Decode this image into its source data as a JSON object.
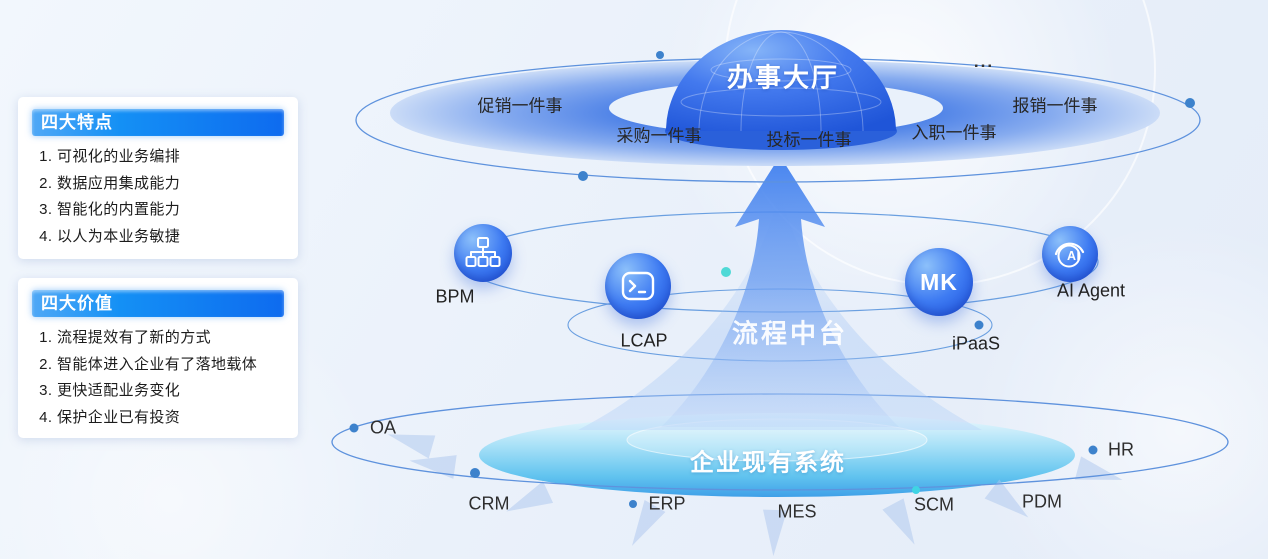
{
  "panels": [
    {
      "title": "四大特点",
      "items": [
        "可视化的业务编排",
        "数据应用集成能力",
        "智能化的内置能力",
        "以人为本业务敏捷"
      ]
    },
    {
      "title": "四大价值",
      "items": [
        "流程提效有了新的方式",
        "智能体进入企业有了落地载体",
        "更快适配业务变化",
        "保护企业已有投资"
      ]
    }
  ],
  "diagram": {
    "top": {
      "title": "办事大厅",
      "more": "...",
      "items": [
        "促销一件事",
        "采购一件事",
        "投标一件事",
        "入职一件事",
        "报销一件事"
      ]
    },
    "middle": {
      "title": "流程中台",
      "bpm": "BPM",
      "lcap": "LCAP",
      "mk": "MK",
      "ipaas": "iPaaS",
      "ai_agent": "AI Agent",
      "ai_badge": "AI"
    },
    "bottom": {
      "title": "企业现有系统",
      "systems": [
        "OA",
        "CRM",
        "ERP",
        "MES",
        "SCM",
        "PDM",
        "HR"
      ]
    }
  },
  "colors": {
    "header_accent": "#1490f5",
    "dome_blue": "#1f55d8",
    "dot_blue": "#3d82cc",
    "dot_cyan": "#3fd4e4"
  }
}
